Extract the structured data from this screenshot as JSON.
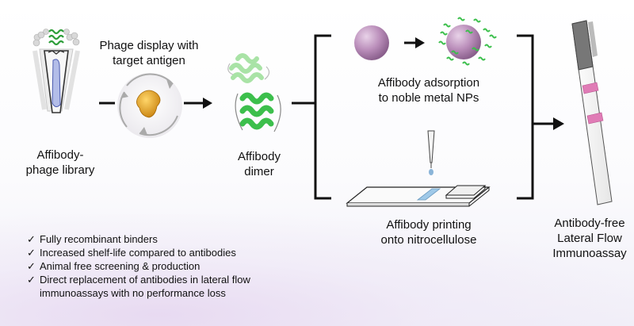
{
  "labels": {
    "phage_display": "Phage display with\ntarget antigen",
    "library": "Affibody-\nphage library",
    "dimer": "Affibody\ndimer",
    "adsorption": "Affibody adsorption\nto noble metal NPs",
    "printing": "Affibody printing\nonto nitrocellulose",
    "lfa": "Antibody-free\nLateral Flow\nImmunoassay"
  },
  "benefits": {
    "check_symbol": "✓",
    "items": [
      "Fully recombinant binders",
      "Increased shelf-life compared to antibodies",
      "Animal free screening & production",
      "Direct replacement of antibodies in lateral flow",
      "immunoassays with no performance loss"
    ]
  },
  "colors": {
    "helix": "#3cbf4c",
    "helix_light": "#a9e3a6",
    "nanoparticle": "#b890b8",
    "strip_band": "#e07cb6",
    "antigen": "#e0a020",
    "arrow": "#111111"
  }
}
